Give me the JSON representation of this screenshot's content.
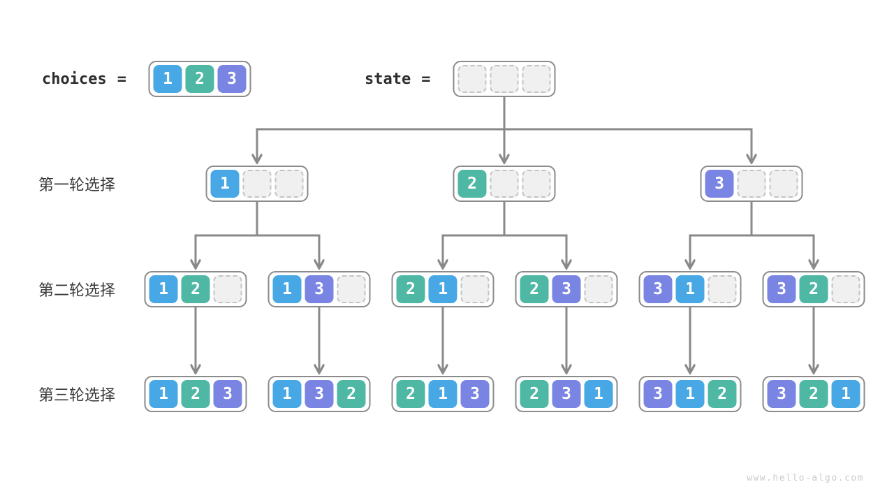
{
  "colors": {
    "cell_1": "#47a8e5",
    "cell_2": "#4fb8a5",
    "cell_3": "#7a85e3",
    "empty_fill": "#f0f0f0",
    "empty_border": "#c3c3c3",
    "box_border": "#8b8b8b",
    "arrow": "#898989"
  },
  "header": {
    "choices_label": "choices",
    "state_label": "state",
    "equals_sign": "=",
    "choices_cells": [
      1,
      2,
      3
    ],
    "state_cells": [
      null,
      null,
      null
    ]
  },
  "rows": [
    {
      "label": "第一轮选择",
      "nodes": [
        {
          "cells": [
            1,
            null,
            null
          ]
        },
        {
          "cells": [
            2,
            null,
            null
          ]
        },
        {
          "cells": [
            3,
            null,
            null
          ]
        }
      ]
    },
    {
      "label": "第二轮选择",
      "nodes": [
        {
          "cells": [
            1,
            2,
            null
          ]
        },
        {
          "cells": [
            1,
            3,
            null
          ]
        },
        {
          "cells": [
            2,
            1,
            null
          ]
        },
        {
          "cells": [
            2,
            3,
            null
          ]
        },
        {
          "cells": [
            3,
            1,
            null
          ]
        },
        {
          "cells": [
            3,
            2,
            null
          ]
        }
      ]
    },
    {
      "label": "第三轮选择",
      "nodes": [
        {
          "cells": [
            1,
            2,
            3
          ]
        },
        {
          "cells": [
            1,
            3,
            2
          ]
        },
        {
          "cells": [
            2,
            1,
            3
          ]
        },
        {
          "cells": [
            2,
            3,
            1
          ]
        },
        {
          "cells": [
            3,
            1,
            2
          ]
        },
        {
          "cells": [
            3,
            2,
            1
          ]
        }
      ]
    }
  ],
  "watermark": "www.hello-algo.com"
}
